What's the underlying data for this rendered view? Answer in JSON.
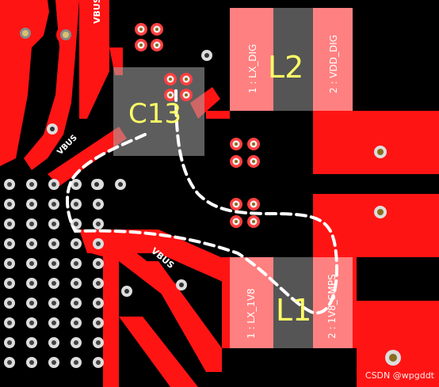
{
  "labels": {
    "vbus_top": "VBUS",
    "vbus_left": "VBUS",
    "vbus_bottom": "VBUS",
    "c13": "C13",
    "l2": "L2",
    "l1": "L1",
    "l2_pad1": "1 : LX_DIG",
    "l2_pad2": "2 : VDD_DIG",
    "l1_pad1": "1 : LX_1V8",
    "l1_pad2": "2 : 1V8_SMPS"
  },
  "watermark": "CSDN @wpgddt",
  "colors": {
    "board": "#000000",
    "copper": "#ff1414",
    "pad": "#ff8080",
    "component_body": "#555555",
    "label": "#ffff66",
    "drill": "#c8a24a"
  }
}
